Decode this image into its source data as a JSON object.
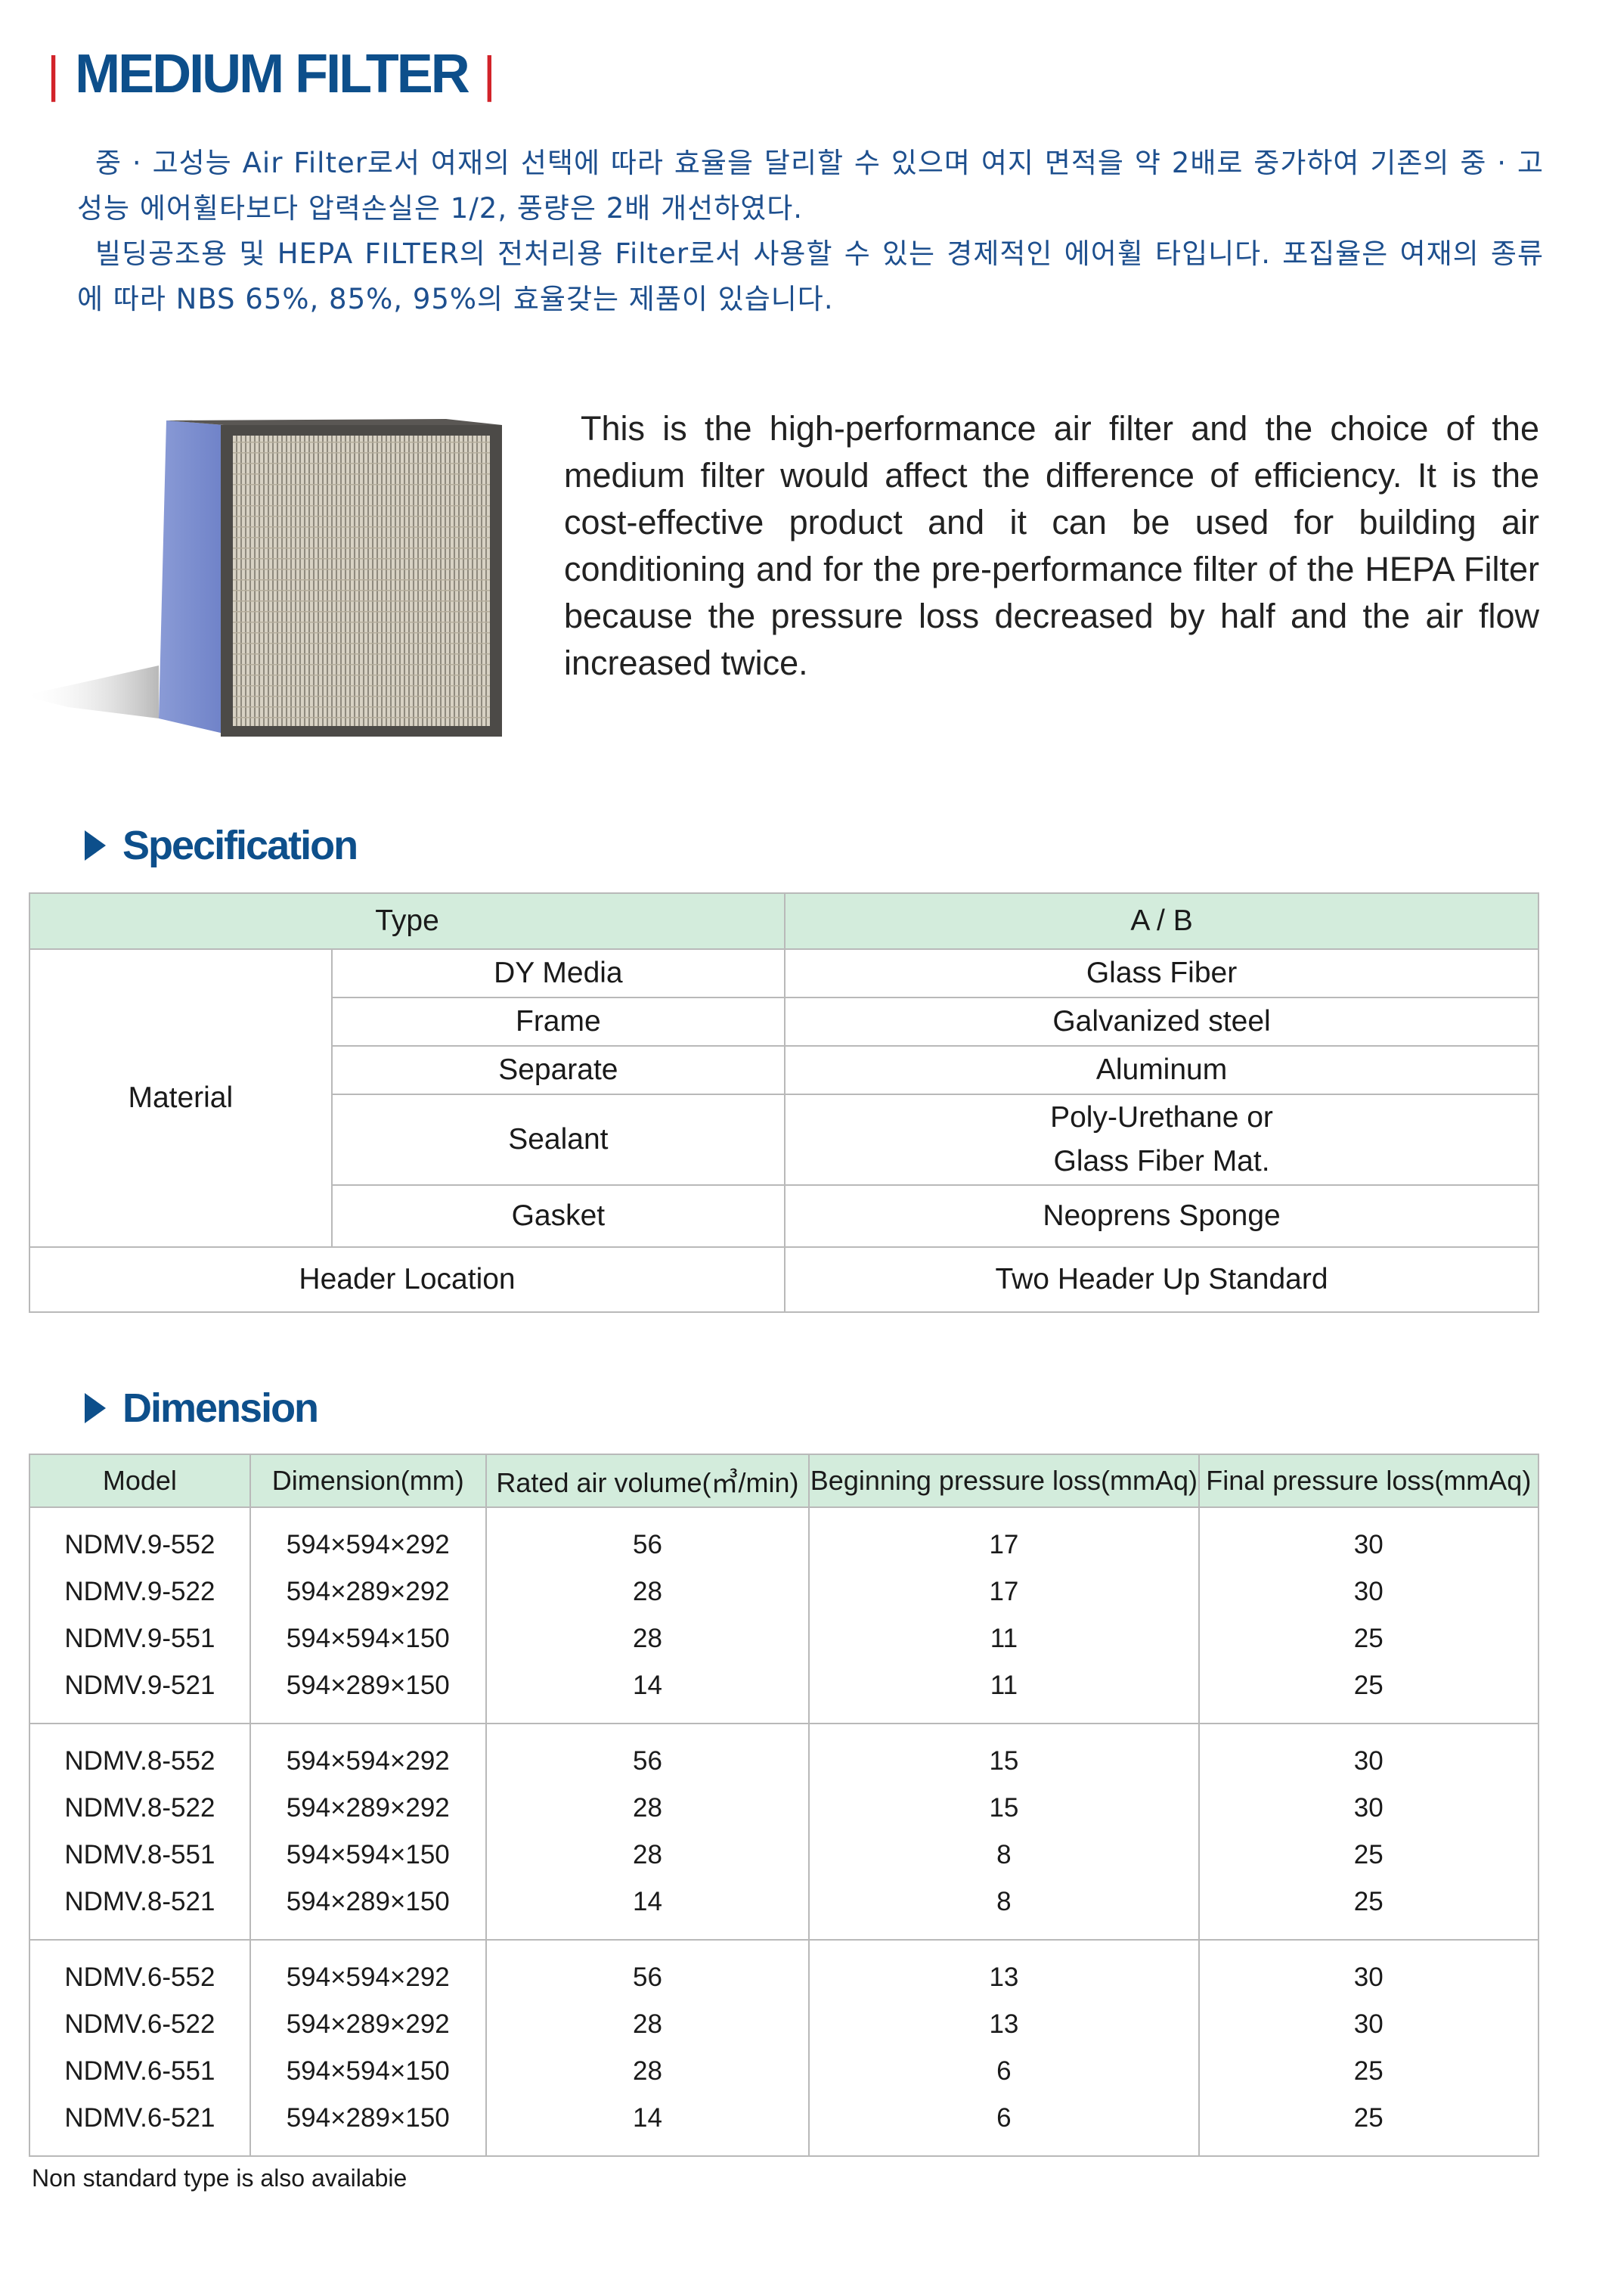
{
  "title": "MEDIUM FILTER",
  "intro_korean": [
    "중 · 고성능 Air Filter로서 여재의 선택에 따라 효율을 달리할 수 있으며 여지 면적을 약 2배로 중가하여 기존의 중 · 고성능 에어휠타보다 압력손실은 1/2, 풍량은 2배 개선하였다.",
    "빌딩공조용 및 HEPA FILTER의 전처리용 Filter로서 사용할 수 있는 경제적인 에어휠 타입니다. 포집율은 여재의 종류에 따라 NBS 65%, 85%, 95%의 효율갖는 제품이 있습니다."
  ],
  "intro_english": "This is the high-performance air filter and the choice of the medium filter would affect the difference of efficiency. It is the cost-effective product and it can be used for building air conditioning and for the pre-performance filter of the HEPA Filter because the pressure loss decreased by half and the air flow increased twice.",
  "colors": {
    "title_blue": "#0d4f8b",
    "bar_red": "#d2232a",
    "header_green": "#d3ecdc"
  },
  "specification": {
    "heading": "Specification",
    "type_label": "Type",
    "type_value": "A / B",
    "material_label": "Material",
    "materials": [
      {
        "part": "DY Media",
        "value": "Glass Fiber"
      },
      {
        "part": "Frame",
        "value": "Galvanized steel"
      },
      {
        "part": "Separate",
        "value": "Aluminum"
      },
      {
        "part": "Sealant",
        "value": "Poly-Urethane or",
        "value2": "Glass Fiber Mat."
      },
      {
        "part": "Gasket",
        "value": "Neoprens Sponge"
      }
    ],
    "header_location_label": "Header Location",
    "header_location_value": "Two Header Up Standard"
  },
  "dimension": {
    "heading": "Dimension",
    "columns": [
      "Model",
      "Dimension(mm)",
      "Rated air volume(㎥/min)",
      "Beginning pressure loss(mmAq)",
      "Final pressure loss(mmAq)"
    ],
    "groups": [
      {
        "models": [
          "NDMV.9-552",
          "NDMV.9-522",
          "NDMV.9-551",
          "NDMV.9-521"
        ],
        "dims": [
          "594×594×292",
          "594×289×292",
          "594×594×150",
          "594×289×150"
        ],
        "air": [
          "56",
          "28",
          "28",
          "14"
        ],
        "begin": [
          "17",
          "17",
          "11",
          "11"
        ],
        "final": [
          "30",
          "30",
          "25",
          "25"
        ]
      },
      {
        "models": [
          "NDMV.8-552",
          "NDMV.8-522",
          "NDMV.8-551",
          "NDMV.8-521"
        ],
        "dims": [
          "594×594×292",
          "594×289×292",
          "594×594×150",
          "594×289×150"
        ],
        "air": [
          "56",
          "28",
          "28",
          "14"
        ],
        "begin": [
          "15",
          "15",
          "8",
          "8"
        ],
        "final": [
          "30",
          "30",
          "25",
          "25"
        ]
      },
      {
        "models": [
          "NDMV.6-552",
          "NDMV.6-522",
          "NDMV.6-551",
          "NDMV.6-521"
        ],
        "dims": [
          "594×594×292",
          "594×289×292",
          "594×594×150",
          "594×289×150"
        ],
        "air": [
          "56",
          "28",
          "28",
          "14"
        ],
        "begin": [
          "13",
          "13",
          "6",
          "6"
        ],
        "final": [
          "30",
          "30",
          "25",
          "25"
        ]
      }
    ]
  },
  "footnote": "Non standard type is also availabie"
}
